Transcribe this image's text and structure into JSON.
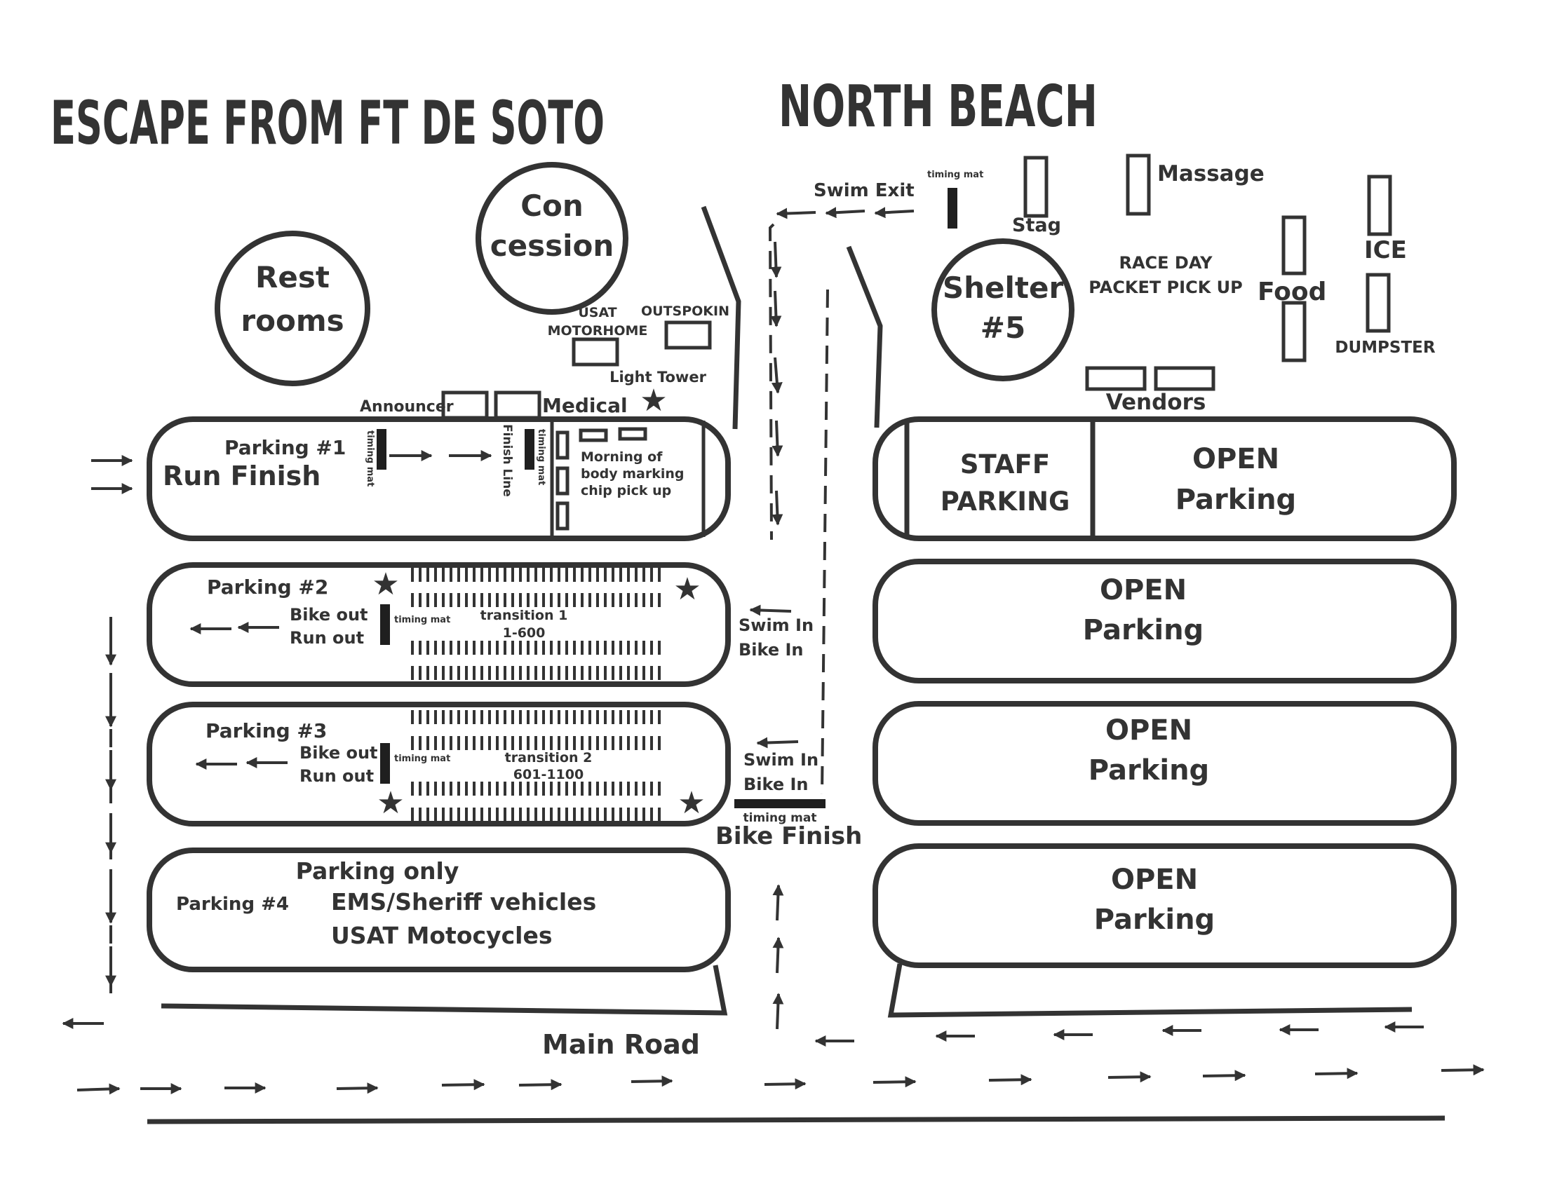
{
  "titles": {
    "main": "ESCAPE FROM FT DE SOTO",
    "beach": "NORTH BEACH"
  },
  "landmarks": {
    "restrooms_1": "Rest",
    "restrooms_2": "rooms",
    "concession_1": "Con",
    "concession_2": "cession",
    "shelter_1": "Shelter",
    "shelter_2": "#5",
    "usat_1": "USAT",
    "usat_2": "MOTORHOME",
    "outspokin": "OUTSPOKIN",
    "light_tower": "Light Tower",
    "announcer": "Announcer",
    "medical": "Medical",
    "swim_exit": "Swim Exit",
    "stag": "Stag",
    "massage": "Massage",
    "race_day_1": "RACE DAY",
    "race_day_2": "PACKET PICK UP",
    "food": "Food",
    "ice": "ICE",
    "dumpster": "DUMPSTER",
    "vendors": "Vendors",
    "main_road": "Main Road",
    "bike_finish": "Bike Finish"
  },
  "lots": {
    "p1": {
      "name": "Parking #1",
      "label": "Run Finish",
      "finish_line": "Finish Line",
      "morning_1": "Morning of",
      "morning_2": "body marking",
      "morning_3": "chip pick up"
    },
    "p2": {
      "name": "Parking #2",
      "bike_out": "Bike out",
      "run_out": "Run out",
      "transition": "transition 1",
      "range": "1-600",
      "swim_in": "Swim In",
      "bike_in": "Bike In"
    },
    "p3": {
      "name": "Parking #3",
      "bike_out": "Bike out",
      "run_out": "Run out",
      "transition": "transition 2",
      "range": "601-1100",
      "swim_in": "Swim In",
      "bike_in": "Bike In"
    },
    "p4": {
      "name": "Parking #4",
      "only": "Parking only",
      "ems": "EMS/Sheriff vehicles",
      "moto": "USAT Motocycles"
    },
    "east": {
      "staff_1": "STAFF",
      "staff_2": "PARKING",
      "open": "OPEN",
      "parking": "Parking"
    }
  },
  "timing_mat": "timing mat",
  "colors": {
    "ink": "#333333",
    "mat": "#1f1f1f",
    "background": "#ffffff"
  }
}
